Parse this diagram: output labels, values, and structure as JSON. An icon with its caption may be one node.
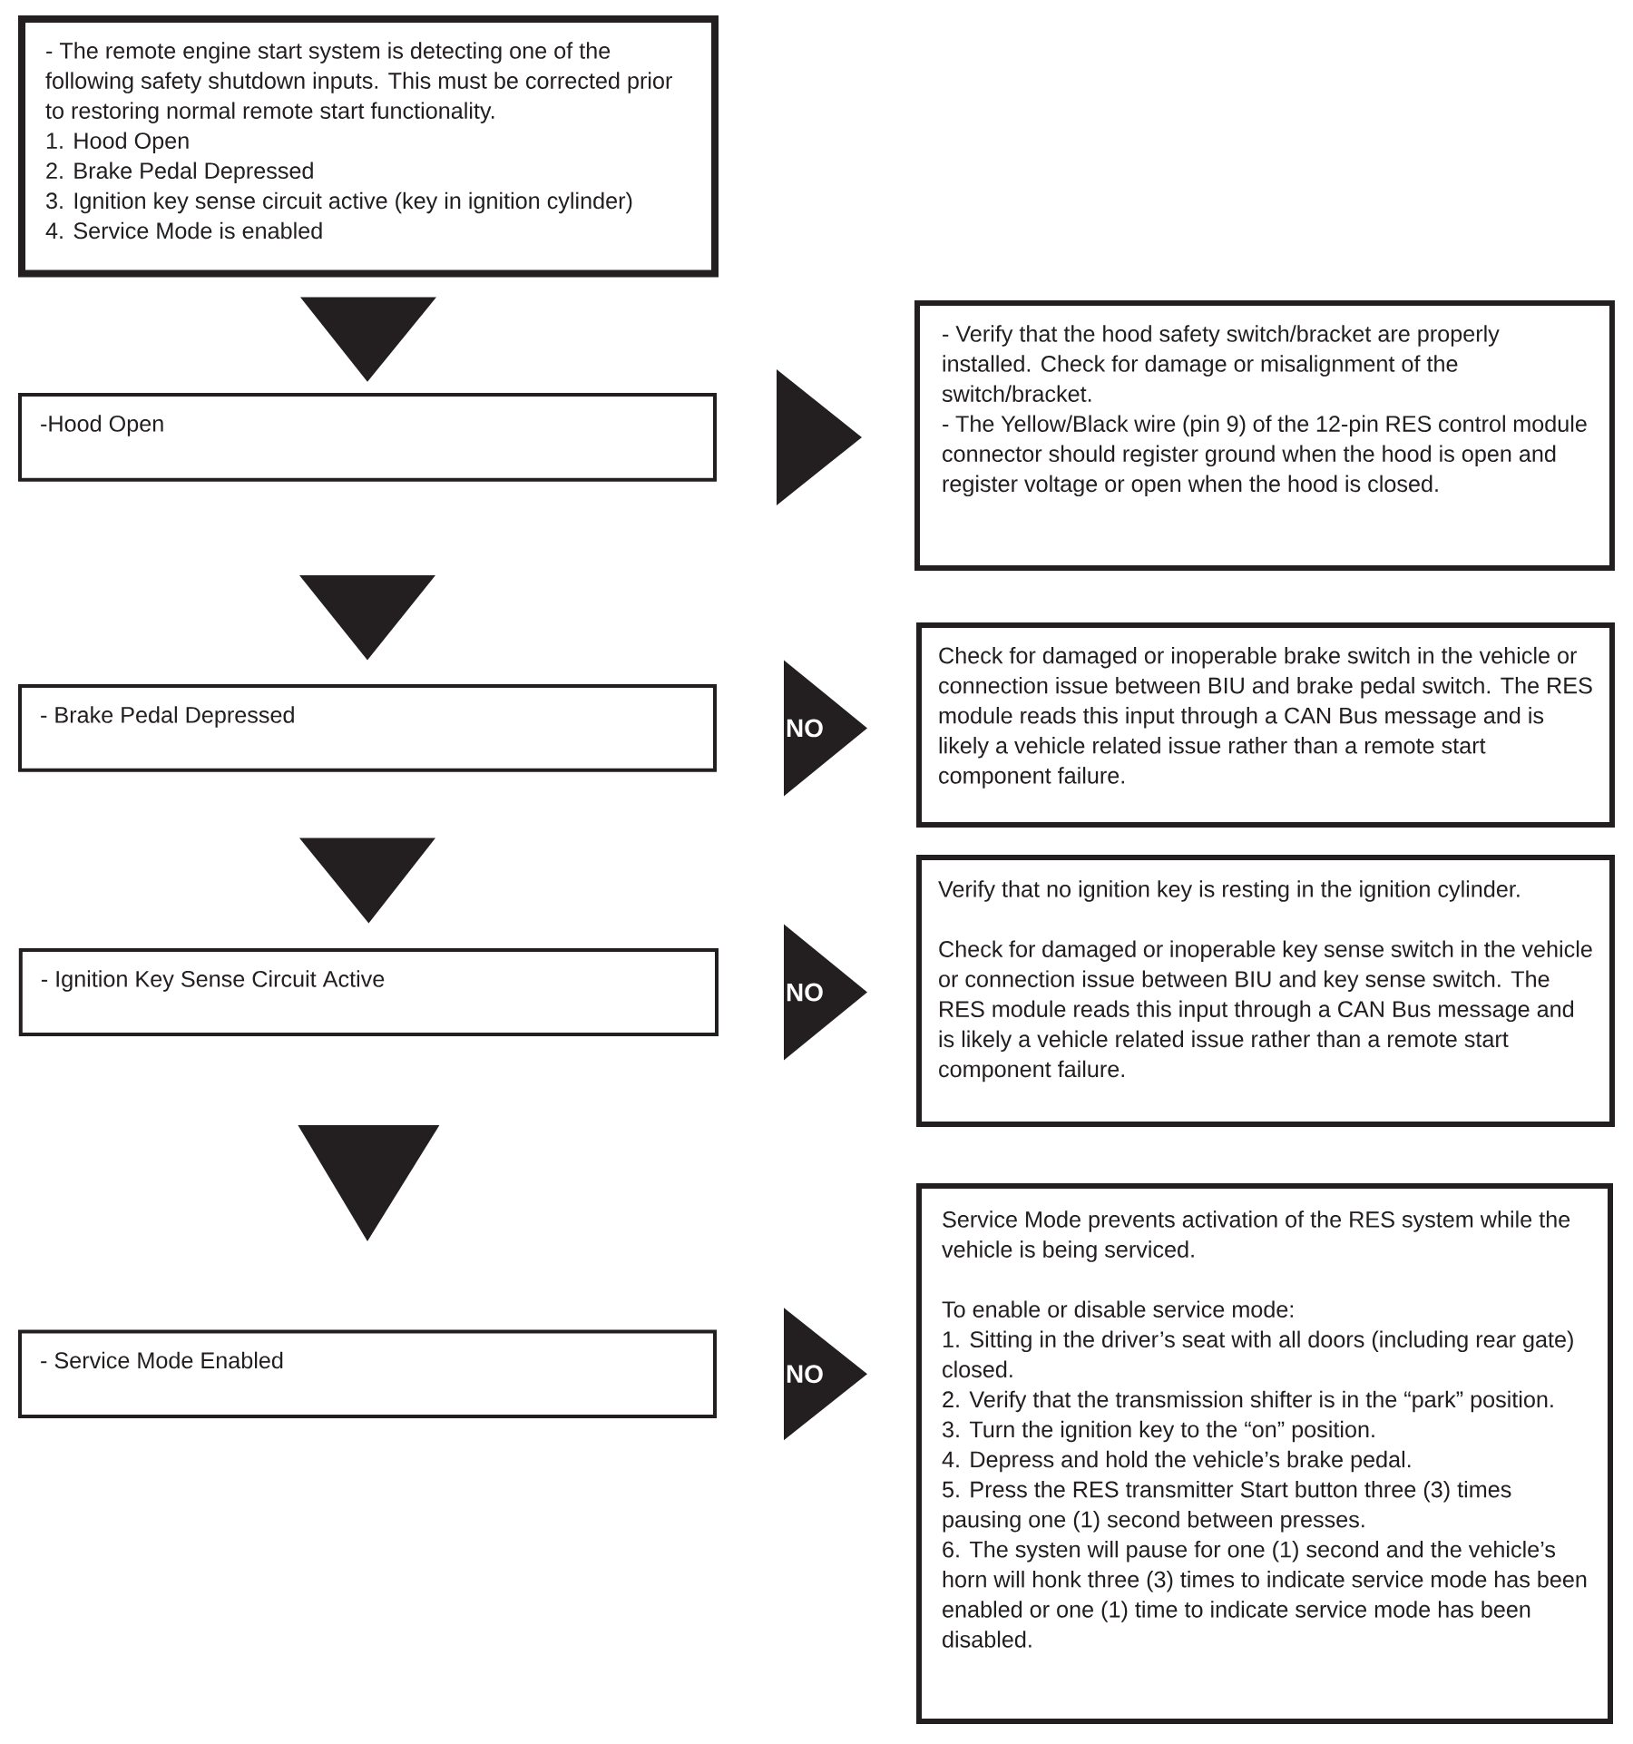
{
  "diagram": {
    "nodes": [
      {
        "text": [
          "- The remote engine start system is detecting one of the following safety shutdown inputs. This must be corrected prior to restoring normal remote start functionality.",
          "1. Hood Open",
          "2. Brake Pedal Depressed",
          "3. Ignition key sense circuit active (key in ignition cylinder)",
          "4. Service Mode is enabled"
        ]
      },
      {
        "text": [
          "-Hood Open"
        ]
      },
      {
        "text": [
          "- Verify that the hood safety switch/bracket are properly installed. Check for damage or misalignment of the switch/bracket.",
          "- The Yellow/Black wire (pin 9) of the 12-pin RES control module connector should register ground when the hood is open and register voltage or open when the hood is closed."
        ]
      },
      {
        "text": [
          "- Brake Pedal Depressed"
        ]
      },
      {
        "text": [
          "Check for damaged or inoperable brake switch in the vehicle or connection issue between BIU and brake pedal switch. The RES module reads this input through a CAN Bus message and is likely a vehicle related issue rather than a remote start component failure."
        ]
      },
      {
        "text": [
          "- Ignition Key Sense Circuit Active"
        ]
      },
      {
        "text": [
          "Verify that no ignition key is resting in the ignition cylinder.",
          "Check for damaged or inoperable key sense switch in the vehicle or connection issue between BIU and key sense switch. The RES module reads this input through a CAN Bus message and is likely a vehicle related issue rather than a remote start component failure."
        ]
      },
      {
        "text": [
          "- Service Mode Enabled"
        ]
      },
      {
        "text": [
          "Service Mode prevents activation of the RES system while the vehicle is being serviced.",
          "To enable or disable service mode:",
          "1. Sitting in the driver’s seat with all doors (including rear gate) closed.",
          "2. Verify that the transmission shifter is in the “park” position.",
          "3. Turn the ignition key to the “on” position.",
          "4. Depress and hold the vehicle’s brake pedal.",
          "5. Press the RES transmitter Start button three (3) times pausing one (1) second between presses.",
          "6. The systen will pause for one (1) second and the vehicle’s horn will honk three (3) times to indicate service mode has been enabled or one (1) time to indicate service mode has been disabled."
        ]
      }
    ],
    "edges": [
      {
        "from": 0,
        "to": 1,
        "arrow": "to"
      },
      {
        "from": 1,
        "to": 2,
        "arrow": "to"
      },
      {
        "from": 1,
        "to": 3,
        "arrow": "to"
      },
      {
        "from": 3,
        "to": 4,
        "arrow": "to",
        "label": "NO"
      },
      {
        "from": 3,
        "to": 5,
        "arrow": "to"
      },
      {
        "from": 5,
        "to": 6,
        "arrow": "to",
        "label": "NO"
      },
      {
        "from": 5,
        "to": 7,
        "arrow": "to"
      },
      {
        "from": 7,
        "to": 8,
        "arrow": "to",
        "label": "NO"
      }
    ]
  }
}
